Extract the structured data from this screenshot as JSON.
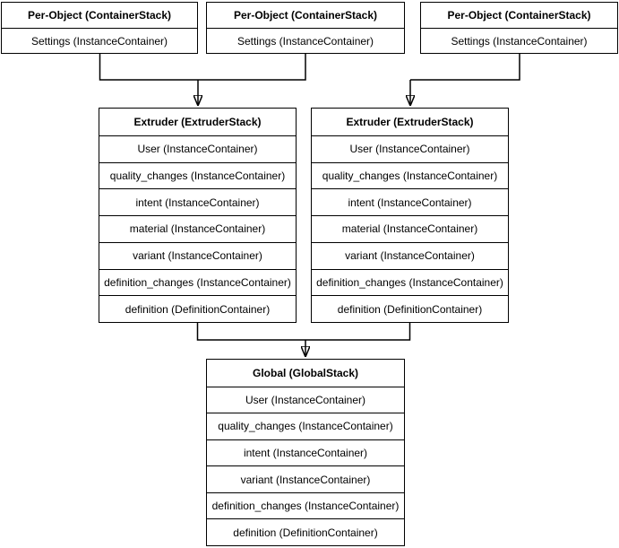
{
  "colors": {
    "background": "#ffffff",
    "stroke": "#000000",
    "text": "#000000"
  },
  "boxes": [
    {
      "title": "Per-Object (ContainerStack)",
      "rows": [
        "Settings (InstanceContainer)"
      ]
    },
    {
      "title": "Per-Object (ContainerStack)",
      "rows": [
        "Settings (InstanceContainer)"
      ]
    },
    {
      "title": "Per-Object (ContainerStack)",
      "rows": [
        "Settings (InstanceContainer)"
      ]
    },
    {
      "title": "Extruder (ExtruderStack)",
      "rows": [
        "User (InstanceContainer)",
        "quality_changes (InstanceContainer)",
        "intent (InstanceContainer)",
        "material (InstanceContainer)",
        "variant (InstanceContainer)",
        "definition_changes (InstanceContainer)",
        "definition (DefinitionContainer)"
      ]
    },
    {
      "title": "Extruder (ExtruderStack)",
      "rows": [
        "User (InstanceContainer)",
        "quality_changes (InstanceContainer)",
        "intent (InstanceContainer)",
        "material (InstanceContainer)",
        "variant (InstanceContainer)",
        "definition_changes (InstanceContainer)",
        "definition (DefinitionContainer)"
      ]
    },
    {
      "title": "Global (GlobalStack)",
      "rows": [
        "User (InstanceContainer)",
        "quality_changes (InstanceContainer)",
        "intent (InstanceContainer)",
        "variant (InstanceContainer)",
        "definition_changes (InstanceContainer)",
        "definition (DefinitionContainer)"
      ]
    }
  ]
}
